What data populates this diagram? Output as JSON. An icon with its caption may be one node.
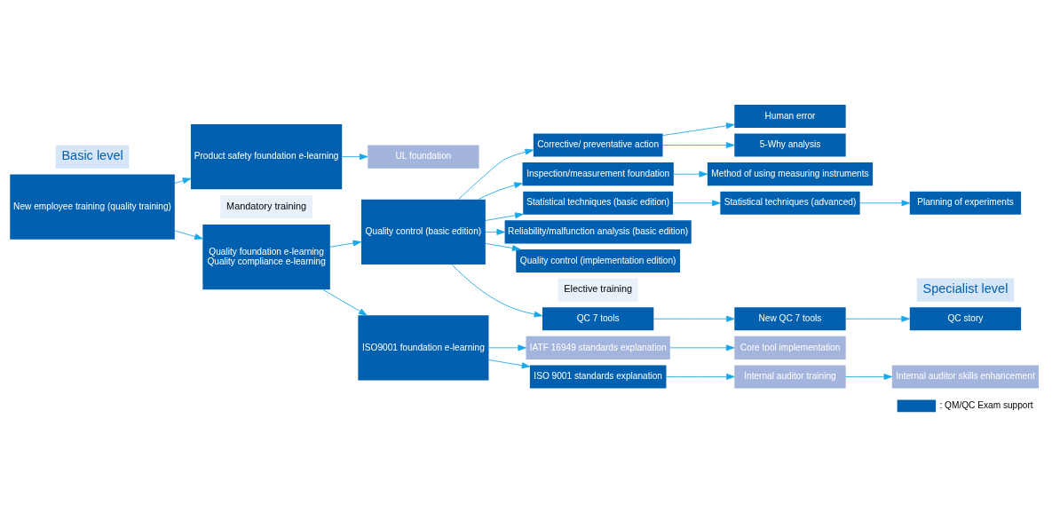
{
  "diagram": {
    "nodes": [
      {
        "text": [
          "New employee training (quality training)"
        ]
      },
      {
        "text": [
          "Quality foundation e-learning",
          "Quality compliance e-learning"
        ]
      },
      {
        "text": [
          "Quality control (basic edition)"
        ]
      },
      {
        "text": [
          "Quality control (implementation edition)"
        ]
      },
      {
        "text": [
          "QC 7 tools"
        ]
      },
      {
        "text": [
          "New QC 7 tools"
        ]
      },
      {
        "text": [
          "QC story"
        ]
      },
      {
        "text": [
          "Corrective/ preventative action"
        ]
      },
      {
        "text": [
          "5-Why analysis"
        ]
      },
      {
        "text": [
          "Human error"
        ]
      },
      {
        "text": [
          "Inspection/measurement foundation"
        ]
      },
      {
        "text": [
          "Method of using measuring instruments"
        ]
      },
      {
        "text": [
          "Statistical techniques (basic edition)"
        ]
      },
      {
        "text": [
          "Statistical techniques (advanced)"
        ]
      },
      {
        "text": [
          "Planning of experiments"
        ]
      },
      {
        "text": [
          "Reliability/malfunction analysis (basic edition)"
        ]
      },
      {
        "text": [
          "ISO9001 foundation e-learning"
        ]
      },
      {
        "text": [
          "ISO 9001 standards explanation"
        ]
      },
      {
        "text": [
          "Internal auditor training"
        ]
      },
      {
        "text": [
          "Internal auditor skills enhancement"
        ]
      },
      {
        "text": [
          "IATF 16949 standards explanation"
        ]
      },
      {
        "text": [
          "Core tool implementation"
        ]
      },
      {
        "text": [
          "Product safety foundation e-learning"
        ]
      },
      {
        "text": [
          "UL foundation"
        ]
      }
    ],
    "edges": [
      {
        "from": 0,
        "to": 1,
        "arrow": "to"
      },
      {
        "from": 0,
        "to": 22,
        "arrow": "to"
      },
      {
        "from": 1,
        "to": 2,
        "arrow": "to"
      },
      {
        "from": 1,
        "to": 16,
        "arrow": "to"
      },
      {
        "from": 2,
        "to": 3,
        "arrow": "to"
      },
      {
        "from": 2,
        "to": 4,
        "arrow": "to"
      },
      {
        "from": 2,
        "to": 7,
        "arrow": "to"
      },
      {
        "from": 2,
        "to": 10,
        "arrow": "to"
      },
      {
        "from": 2,
        "to": 12,
        "arrow": "to"
      },
      {
        "from": 2,
        "to": 15,
        "arrow": "to"
      },
      {
        "from": 4,
        "to": 5,
        "arrow": "to"
      },
      {
        "from": 5,
        "to": 6,
        "arrow": "to"
      },
      {
        "from": 7,
        "to": 8,
        "arrow": "to"
      },
      {
        "from": 7,
        "to": 9,
        "arrow": "to"
      },
      {
        "from": 10,
        "to": 11,
        "arrow": "to"
      },
      {
        "from": 12,
        "to": 13,
        "arrow": "to"
      },
      {
        "from": 13,
        "to": 14,
        "arrow": "to"
      },
      {
        "from": 16,
        "to": 17,
        "arrow": "to"
      },
      {
        "from": 16,
        "to": 20,
        "arrow": "to"
      },
      {
        "from": 17,
        "to": 18,
        "arrow": "to"
      },
      {
        "from": 18,
        "to": 19,
        "arrow": "to"
      },
      {
        "from": 20,
        "to": 21,
        "arrow": "to"
      },
      {
        "from": 22,
        "to": 23,
        "arrow": "to"
      }
    ],
    "labels": [
      "Basic level",
      "Specialist level",
      "Mandatory training",
      "Elective training"
    ],
    "legend": [
      {
        "text": ": QM/QC Exam support",
        "color": "#0060b0"
      }
    ]
  }
}
